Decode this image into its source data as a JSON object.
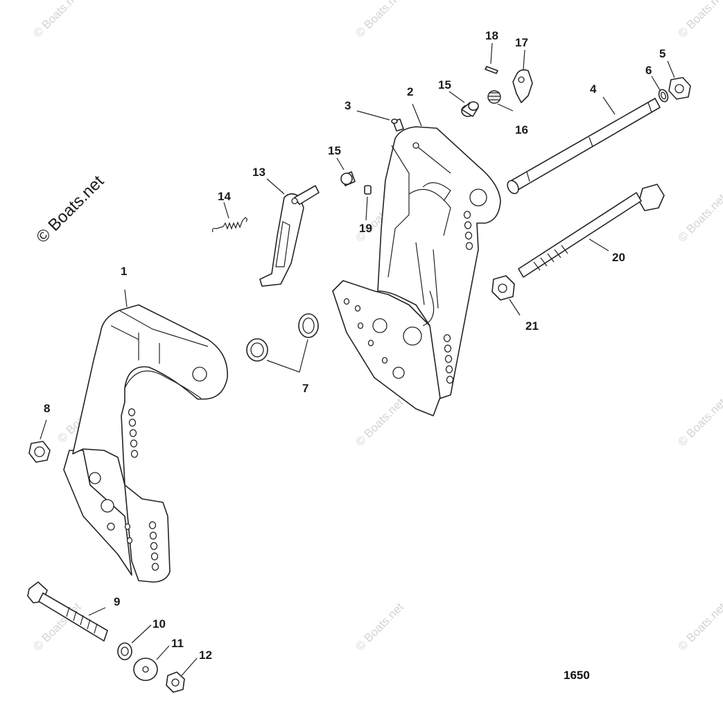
{
  "watermark": {
    "main": "© Boats.net",
    "tile": "© Boats.net"
  },
  "figure_number": "1650",
  "callouts": [
    {
      "id": "c1",
      "label": "1"
    },
    {
      "id": "c2",
      "label": "2"
    },
    {
      "id": "c3",
      "label": "3"
    },
    {
      "id": "c4",
      "label": "4"
    },
    {
      "id": "c5",
      "label": "5"
    },
    {
      "id": "c6",
      "label": "6"
    },
    {
      "id": "c7",
      "label": "7"
    },
    {
      "id": "c8",
      "label": "8"
    },
    {
      "id": "c9",
      "label": "9"
    },
    {
      "id": "c10",
      "label": "10"
    },
    {
      "id": "c11",
      "label": "11"
    },
    {
      "id": "c12",
      "label": "12"
    },
    {
      "id": "c13",
      "label": "13"
    },
    {
      "id": "c14",
      "label": "14"
    },
    {
      "id": "c15a",
      "label": "15"
    },
    {
      "id": "c15b",
      "label": "15"
    },
    {
      "id": "c16",
      "label": "16"
    },
    {
      "id": "c17",
      "label": "17"
    },
    {
      "id": "c18",
      "label": "18"
    },
    {
      "id": "c19",
      "label": "19"
    },
    {
      "id": "c20",
      "label": "20"
    },
    {
      "id": "c21",
      "label": "21"
    }
  ]
}
